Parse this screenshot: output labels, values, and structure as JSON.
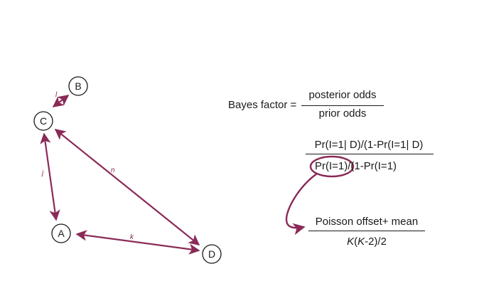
{
  "colors": {
    "accent": "#8a2a57",
    "ink": "#1a1a1a"
  },
  "graph": {
    "nodes": [
      {
        "id": "B",
        "label": "B"
      },
      {
        "id": "C",
        "label": "C"
      },
      {
        "id": "A",
        "label": "A"
      },
      {
        "id": "D",
        "label": "D"
      }
    ],
    "edges": [
      {
        "from": "C",
        "to": "B",
        "label": "l"
      },
      {
        "from": "C",
        "to": "A",
        "label": "j"
      },
      {
        "from": "C",
        "to": "D",
        "label": "n"
      },
      {
        "from": "A",
        "to": "D",
        "label": "k"
      }
    ]
  },
  "equations": {
    "bayes_label": "Bayes factor =",
    "bayes_numerator": "posterior odds",
    "bayes_denominator": "prior odds",
    "odds_numerator": "Pr(I=1| D)/(1-Pr(I=1| D)",
    "odds_denominator_highlight": "Pr(I=1)",
    "odds_denominator_rest": "/(1-Pr(I=1)",
    "prior_numerator": "Poisson offset+ mean",
    "prior_denominator_k": "K",
    "prior_denominator_open": "(",
    "prior_denominator_k2": "K",
    "prior_denominator_rest": "-2)/2"
  }
}
